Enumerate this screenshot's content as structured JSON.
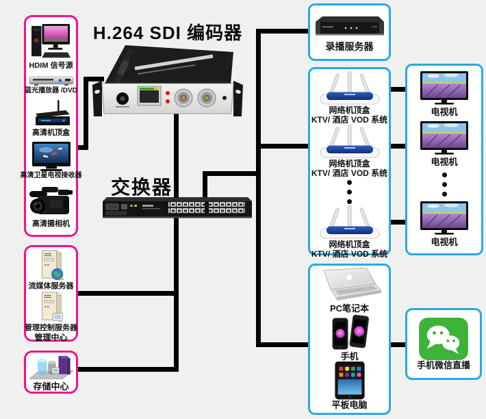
{
  "title": "H.264 SDI 编码器",
  "switch": {
    "label": "交换器"
  },
  "colors": {
    "pink_border": "#f2128e",
    "cyan_border": "#29a9e1",
    "line": "#000000",
    "background": "#f0f0ee",
    "wechat_green": "#3db338"
  },
  "source_group": {
    "items": [
      {
        "icon": "desktop-pc-icon",
        "label": "HDIM 信号源"
      },
      {
        "icon": "dvd-player-icon",
        "label": "蓝光播放器 /DVD"
      },
      {
        "icon": "settop-box-icon",
        "label": "高清机顶盒"
      },
      {
        "icon": "satellite-receiver-icon",
        "label": "高清卫星电视接收器"
      },
      {
        "icon": "camcorder-icon",
        "label": "高清摄相机"
      }
    ]
  },
  "server_group": {
    "items": [
      {
        "icon": "streaming-server-icon",
        "label": "流媒体服务器"
      },
      {
        "icon": "management-server-icon",
        "label": "管理控制服务器",
        "sublabel": "管理中心"
      }
    ]
  },
  "storage_group": {
    "icon": "storage-icon",
    "label": "存储中心"
  },
  "recording_server": {
    "icon": "rack-server-icon",
    "label": "录播服务器"
  },
  "stb_group": {
    "label_line1": "网络机顶盒",
    "label_line2": "KTV/ 酒店 VOD 系统",
    "visible_count": 3
  },
  "tv_group": {
    "label": "电视机",
    "visible_count": 3
  },
  "client_group": {
    "items": [
      {
        "icon": "laptop-icon",
        "label": "PC笔记本"
      },
      {
        "icon": "phones-icon",
        "label": "手机"
      },
      {
        "icon": "tablet-icon",
        "label": "平板电脑"
      }
    ]
  },
  "wechat_group": {
    "icon": "wechat-icon",
    "label": "手机微信直播"
  }
}
